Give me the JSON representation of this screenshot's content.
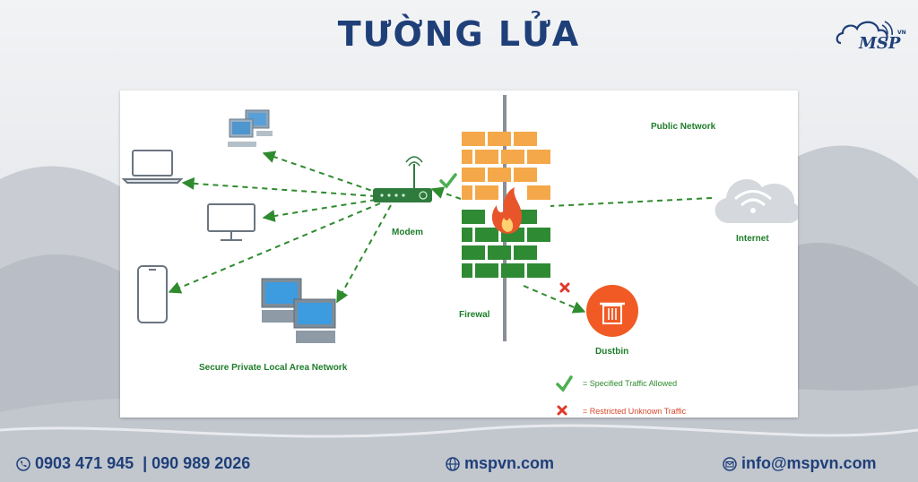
{
  "header": {
    "title": "TƯỜNG LỬA"
  },
  "logo": {
    "text": "MSP",
    "sup": "VN"
  },
  "diagram": {
    "public_network": "Public Network",
    "internet": "Internet",
    "modem": "Modem",
    "firewall": "Firewal",
    "dustbin": "Dustbin",
    "lan": "Secure Private Local Area Network",
    "legend": [
      {
        "icon": "check-icon",
        "text": "= Specified Traffic Allowed",
        "color": "#2e8b2e"
      },
      {
        "icon": "cross-icon",
        "text": "= Restricted Unknown Traffic",
        "color": "#d9462b"
      }
    ]
  },
  "footer": {
    "phone": "0903 471 945  | 090 989 2026",
    "website": "mspvn.com",
    "email": "info@mspvn.com"
  },
  "colors": {
    "title": "#1f3f79",
    "link": "#2e8b2e",
    "brick_orange": "#f4a84a",
    "brick_green": "#2f8a34",
    "dustbin": "#f15a24",
    "cross": "#e0392b"
  }
}
